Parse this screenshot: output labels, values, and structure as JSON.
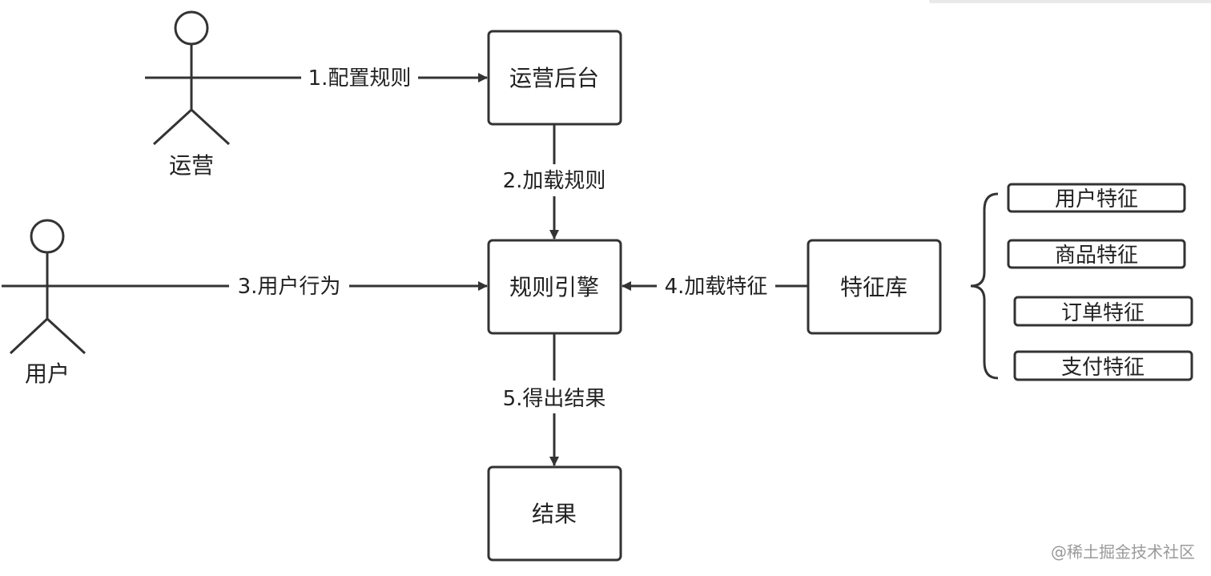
{
  "actors": {
    "operator": "运营",
    "user": "用户"
  },
  "boxes": {
    "admin": "运营后台",
    "engine": "规则引擎",
    "feature_store": "特征库",
    "result": "结果"
  },
  "edges": {
    "config_rules": "1.配置规则",
    "load_rules": "2.加载规则",
    "user_behavior": "3.用户行为",
    "load_features": "4.加载特征",
    "get_result": "5.得出结果"
  },
  "features": [
    "用户特征",
    "商品特征",
    "订单特征",
    "支付特征"
  ],
  "watermark": "@稀土掘金技术社区",
  "colors": {
    "stroke": "#333333",
    "text": "#222222",
    "watermark": "#9a9a9a"
  }
}
